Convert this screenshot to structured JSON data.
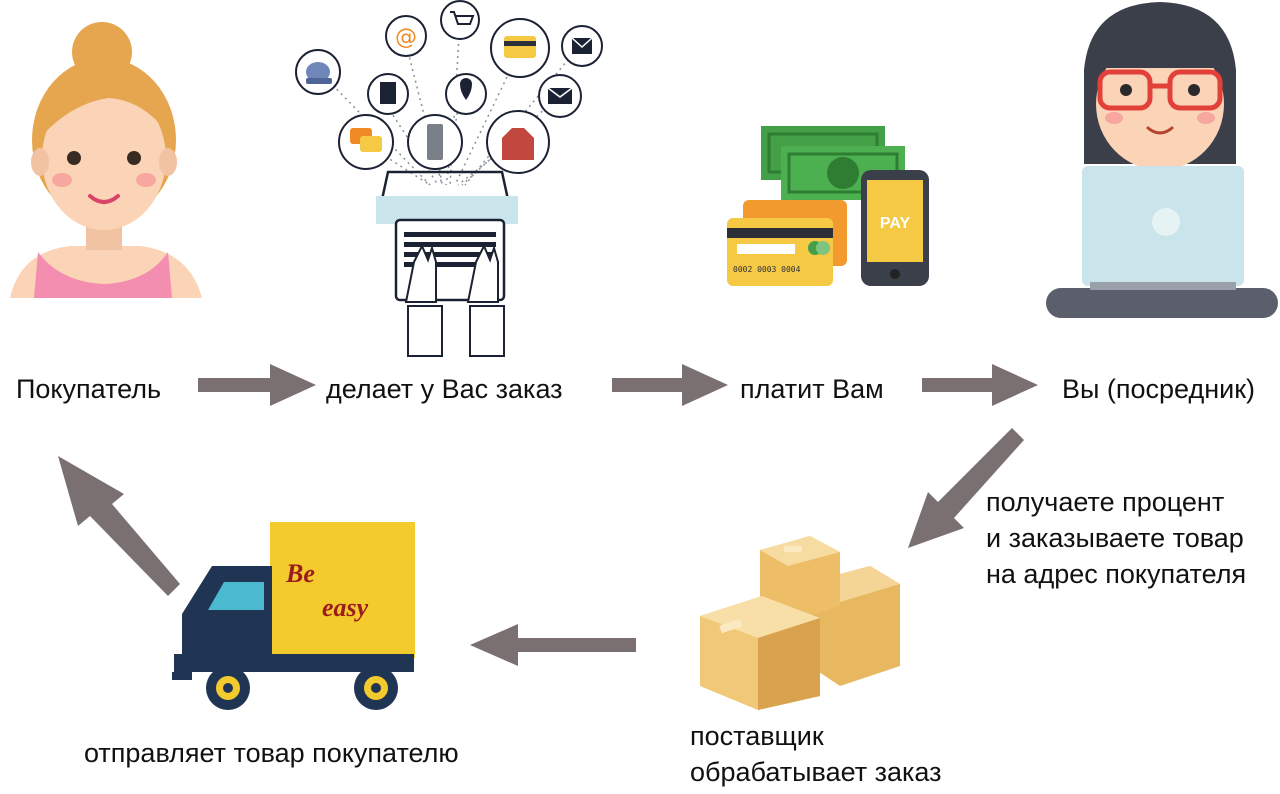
{
  "steps": {
    "buyer": "Покупатель",
    "order": "делает у Вас заказ",
    "pay": "платит Вам",
    "you": "Вы (посредник)",
    "percent": [
      "получаете процент",
      "и заказываете товар",
      "на адрес покупателя"
    ],
    "supplier": [
      "поставщик",
      "обрабатывает заказ"
    ],
    "ship": "отправляет товар покупателю"
  },
  "phone_label": "PAY",
  "card_number": "0002 0003 0004",
  "truck_logo": [
    "Be",
    "easy"
  ],
  "colors": {
    "arrow": "#7a6f71",
    "skin": "#fbd3b6",
    "hair": "#e6a64f",
    "pink_top": "#f48eb0",
    "dark_hair": "#3b3f4a",
    "glasses": "#e2413a",
    "screen": "#c9e4ea",
    "truck_cab": "#1f3553",
    "truck_box": "#f3cb2d",
    "box": "#f0c877",
    "money": "#4caf50",
    "card": "#f6c945"
  }
}
